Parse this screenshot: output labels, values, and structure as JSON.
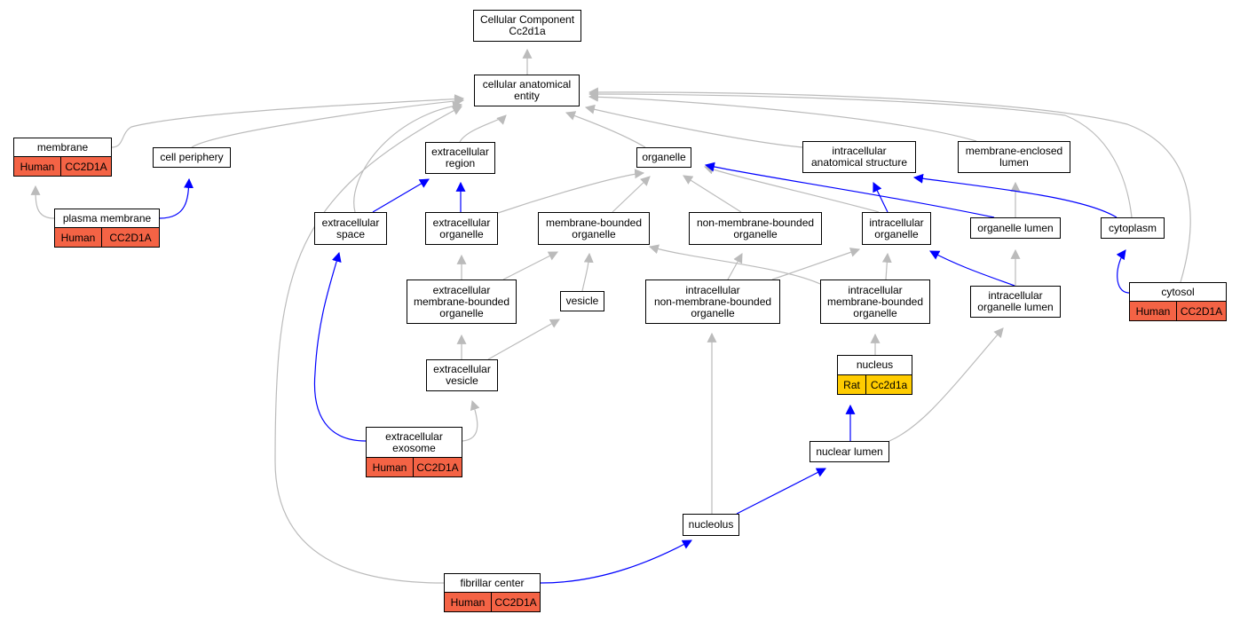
{
  "colors": {
    "edge_is_a": "#bbbbbb",
    "edge_part_of": "#0000ff",
    "human_annotation": "#f46345",
    "rat_annotation": "#ffcc00"
  },
  "nodes": {
    "root": "Cellular Component\nCc2d1a",
    "cellular_anatomical_entity": "cellular anatomical\nentity",
    "membrane": "membrane",
    "cell_periphery": "cell periphery",
    "plasma_membrane": "plasma membrane",
    "extracellular_region": "extracellular\nregion",
    "organelle": "organelle",
    "intracellular_anatomical_structure": "intracellular\nanatomical structure",
    "membrane_enclosed_lumen": "membrane-enclosed\nlumen",
    "extracellular_space": "extracellular\nspace",
    "extracellular_organelle": "extracellular\norganelle",
    "membrane_bounded_organelle": "membrane-bounded\norganelle",
    "non_membrane_bounded_organelle": "non-membrane-bounded\norganelle",
    "intracellular_organelle": "intracellular\norganelle",
    "organelle_lumen": "organelle lumen",
    "cytoplasm": "cytoplasm",
    "cytosol": "cytosol",
    "extracellular_membrane_bounded_organelle": "extracellular\nmembrane-bounded\norganelle",
    "vesicle": "vesicle",
    "intracellular_non_membrane_bounded_organelle": "intracellular\nnon-membrane-bounded\norganelle",
    "intracellular_membrane_bounded_organelle": "intracellular\nmembrane-bounded\norganelle",
    "intracellular_organelle_lumen": "intracellular\norganelle lumen",
    "nucleus": "nucleus",
    "extracellular_vesicle": "extracellular\nvesicle",
    "extracellular_exosome": "extracellular\nexosome",
    "nuclear_lumen": "nuclear lumen",
    "nucleolus": "nucleolus",
    "fibrillar_center": "fibrillar center"
  },
  "annotations": {
    "membrane": {
      "species": "Human",
      "gene": "CC2D1A"
    },
    "plasma_membrane": {
      "species": "Human",
      "gene": "CC2D1A"
    },
    "cytosol": {
      "species": "Human",
      "gene": "CC2D1A"
    },
    "nucleus": {
      "species": "Rat",
      "gene": "Cc2d1a"
    },
    "extracellular_exosome": {
      "species": "Human",
      "gene": "CC2D1A"
    },
    "fibrillar_center": {
      "species": "Human",
      "gene": "CC2D1A"
    }
  },
  "edges": [
    {
      "from": "cellular_anatomical_entity",
      "to": "root",
      "type": "is_a"
    },
    {
      "from": "membrane",
      "to": "cellular_anatomical_entity",
      "type": "is_a"
    },
    {
      "from": "cell_periphery",
      "to": "cellular_anatomical_entity",
      "type": "is_a"
    },
    {
      "from": "plasma_membrane",
      "to": "membrane",
      "type": "is_a"
    },
    {
      "from": "plasma_membrane",
      "to": "cell_periphery",
      "type": "part_of"
    },
    {
      "from": "extracellular_region",
      "to": "cellular_anatomical_entity",
      "type": "is_a"
    },
    {
      "from": "extracellular_space",
      "to": "cellular_anatomical_entity",
      "type": "is_a"
    },
    {
      "from": "extracellular_space",
      "to": "extracellular_region",
      "type": "part_of"
    },
    {
      "from": "extracellular_organelle",
      "to": "extracellular_region",
      "type": "part_of"
    },
    {
      "from": "extracellular_organelle",
      "to": "organelle",
      "type": "is_a"
    },
    {
      "from": "organelle",
      "to": "cellular_anatomical_entity",
      "type": "is_a"
    },
    {
      "from": "intracellular_anatomical_structure",
      "to": "cellular_anatomical_entity",
      "type": "is_a"
    },
    {
      "from": "membrane_enclosed_lumen",
      "to": "cellular_anatomical_entity",
      "type": "is_a"
    },
    {
      "from": "cytoplasm",
      "to": "cellular_anatomical_entity",
      "type": "is_a"
    },
    {
      "from": "cytosol",
      "to": "cellular_anatomical_entity",
      "type": "is_a"
    },
    {
      "from": "fibrillar_center",
      "to": "cellular_anatomical_entity",
      "type": "is_a"
    },
    {
      "from": "membrane_bounded_organelle",
      "to": "organelle",
      "type": "is_a"
    },
    {
      "from": "non_membrane_bounded_organelle",
      "to": "organelle",
      "type": "is_a"
    },
    {
      "from": "intracellular_organelle",
      "to": "organelle",
      "type": "is_a"
    },
    {
      "from": "intracellular_organelle",
      "to": "intracellular_anatomical_structure",
      "type": "part_of"
    },
    {
      "from": "organelle_lumen",
      "to": "organelle",
      "type": "part_of"
    },
    {
      "from": "organelle_lumen",
      "to": "membrane_enclosed_lumen",
      "type": "is_a"
    },
    {
      "from": "cytoplasm",
      "to": "intracellular_anatomical_structure",
      "type": "part_of"
    },
    {
      "from": "cytosol",
      "to": "cytoplasm",
      "type": "part_of"
    },
    {
      "from": "extracellular_membrane_bounded_organelle",
      "to": "extracellular_organelle",
      "type": "is_a"
    },
    {
      "from": "extracellular_membrane_bounded_organelle",
      "to": "membrane_bounded_organelle",
      "type": "is_a"
    },
    {
      "from": "vesicle",
      "to": "membrane_bounded_organelle",
      "type": "is_a"
    },
    {
      "from": "intracellular_non_membrane_bounded_organelle",
      "to": "non_membrane_bounded_organelle",
      "type": "is_a"
    },
    {
      "from": "intracellular_non_membrane_bounded_organelle",
      "to": "intracellular_organelle",
      "type": "is_a"
    },
    {
      "from": "intracellular_membrane_bounded_organelle",
      "to": "membrane_bounded_organelle",
      "type": "is_a"
    },
    {
      "from": "intracellular_membrane_bounded_organelle",
      "to": "intracellular_organelle",
      "type": "is_a"
    },
    {
      "from": "intracellular_organelle_lumen",
      "to": "organelle_lumen",
      "type": "is_a"
    },
    {
      "from": "intracellular_organelle_lumen",
      "to": "intracellular_organelle",
      "type": "part_of"
    },
    {
      "from": "extracellular_vesicle",
      "to": "extracellular_membrane_bounded_organelle",
      "type": "is_a"
    },
    {
      "from": "extracellular_vesicle",
      "to": "vesicle",
      "type": "is_a"
    },
    {
      "from": "extracellular_exosome",
      "to": "extracellular_vesicle",
      "type": "is_a"
    },
    {
      "from": "extracellular_exosome",
      "to": "extracellular_space",
      "type": "part_of"
    },
    {
      "from": "nucleus",
      "to": "intracellular_membrane_bounded_organelle",
      "type": "is_a"
    },
    {
      "from": "nuclear_lumen",
      "to": "nucleus",
      "type": "part_of"
    },
    {
      "from": "nuclear_lumen",
      "to": "intracellular_organelle_lumen",
      "type": "is_a"
    },
    {
      "from": "nucleolus",
      "to": "intracellular_non_membrane_bounded_organelle",
      "type": "is_a"
    },
    {
      "from": "nucleolus",
      "to": "nuclear_lumen",
      "type": "part_of"
    },
    {
      "from": "fibrillar_center",
      "to": "nucleolus",
      "type": "part_of"
    }
  ]
}
